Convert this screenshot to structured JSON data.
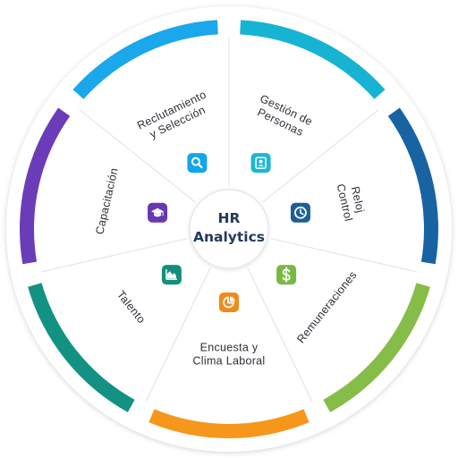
{
  "center": {
    "line1": "HR",
    "line2": "Analytics"
  },
  "segments": [
    {
      "id": "reclutamiento",
      "lines": [
        "Reclutamiento",
        "y Selección"
      ],
      "icon": "search-icon",
      "color": "#13a6e8",
      "ring": "#1aa7ec"
    },
    {
      "id": "gestion",
      "lines": [
        "Gestión de",
        "Personas"
      ],
      "icon": "id-card-icon",
      "color": "#1cb6d6",
      "ring": "#17b3d3"
    },
    {
      "id": "reloj",
      "lines": [
        "Reloj",
        "Control"
      ],
      "icon": "clock-icon",
      "color": "#1d5f9a",
      "ring": "#1863a2"
    },
    {
      "id": "remuneraciones",
      "lines": [
        "Remuneraciones"
      ],
      "icon": "dollar-icon",
      "color": "#7ab844",
      "ring": "#86bd49"
    },
    {
      "id": "encuesta",
      "lines": [
        "Encuesta y",
        "Clima Laboral"
      ],
      "icon": "pie-chart-icon",
      "color": "#f18a1c",
      "ring": "#f6961a"
    },
    {
      "id": "talento",
      "lines": [
        "Talento"
      ],
      "icon": "area-chart-icon",
      "color": "#158e7c",
      "ring": "#139183"
    },
    {
      "id": "capacitacion",
      "lines": [
        "Capacitación"
      ],
      "icon": "graduation-cap-icon",
      "color": "#6838b2",
      "ring": "#6b3cb8"
    }
  ]
}
